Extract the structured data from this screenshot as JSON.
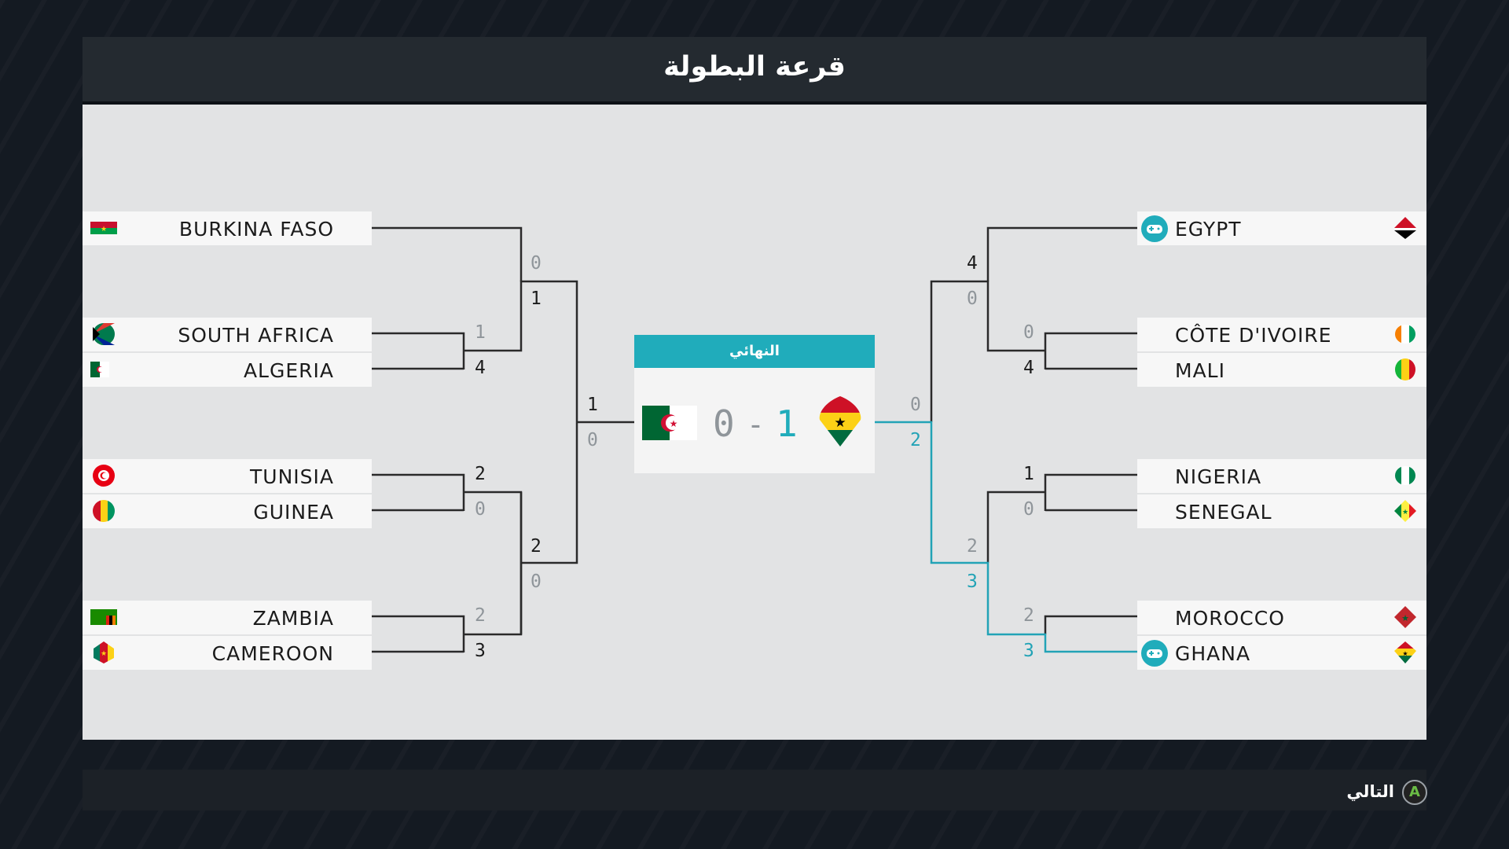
{
  "title": "قرعة البطولة",
  "final": {
    "label": "النهائي",
    "home_score": "0",
    "separator": "-",
    "away_score": "1",
    "home_team_flag": "algeria-flag",
    "away_team_flag": "ghana-flag"
  },
  "left_teams": [
    {
      "name": "BURKINA FASO"
    },
    {
      "name": "SOUTH AFRICA"
    },
    {
      "name": "ALGERIA"
    },
    {
      "name": "TUNISIA"
    },
    {
      "name": "GUINEA"
    },
    {
      "name": "ZAMBIA"
    },
    {
      "name": "CAMEROON"
    }
  ],
  "right_teams": [
    {
      "name": "EGYPT",
      "user_controlled": true
    },
    {
      "name": "CÔTE D'IVOIRE"
    },
    {
      "name": "MALI"
    },
    {
      "name": "NIGERIA"
    },
    {
      "name": "SENEGAL"
    },
    {
      "name": "MOROCCO"
    },
    {
      "name": "GHANA",
      "user_controlled": true
    }
  ],
  "left_scores": {
    "r1_southafrica": "1",
    "r1_algeria": "4",
    "r1_tunisia": "2",
    "r1_guinea": "0",
    "r1_zambia": "2",
    "r1_cameroon": "3",
    "qf_burkina": "0",
    "qf_algeria": "1",
    "qf_tunisia": "2",
    "qf_cameroon": "0",
    "sf_top": "1",
    "sf_bottom": "0"
  },
  "right_scores": {
    "r1_cote": "0",
    "r1_mali": "4",
    "r1_nigeria": "1",
    "r1_senegal": "0",
    "r1_morocco": "2",
    "r1_ghana": "3",
    "qf_egypt": "4",
    "qf_mali": "0",
    "qf_nigeria": "2",
    "qf_ghana": "3",
    "sf_top": "0",
    "sf_bottom": "2"
  },
  "footer": {
    "next_label": "التالي",
    "next_button_key": "A"
  },
  "colors": {
    "accent": "#20acbb",
    "bracket_line": "#2a2a2a",
    "winner_line": "#22a3b6"
  }
}
